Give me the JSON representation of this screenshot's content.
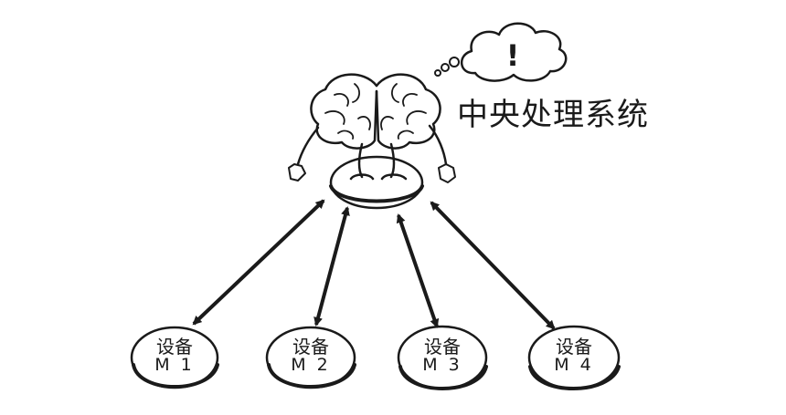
{
  "title": "中央处理系统",
  "thought_symbol": "!",
  "devices": [
    {
      "line1": "设备",
      "line2": "M 1"
    },
    {
      "line1": "设备",
      "line2": "M 2"
    },
    {
      "line1": "设备",
      "line2": "M 3"
    },
    {
      "line1": "设备",
      "line2": "M 4"
    }
  ],
  "colors": {
    "ink": "#1a1a1a",
    "background": "#ffffff"
  },
  "icons": [
    "brain-icon",
    "thought-bubble-icon"
  ]
}
